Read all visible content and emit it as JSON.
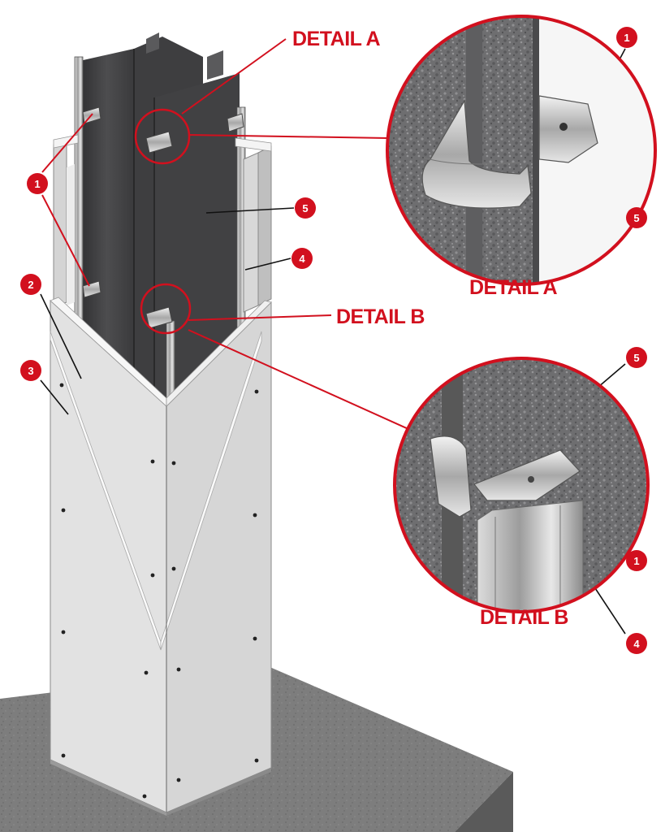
{
  "colors": {
    "accent": "#d2101e",
    "steel": "#4a4a4c",
    "board": "#e4e4e4",
    "concrete": "#7c7c7c",
    "leader_black": "#111111"
  },
  "labels": {
    "detail_a_top": "DETAIL A",
    "detail_a_bottom": "DETAIL A",
    "detail_b_mid": "DETAIL B",
    "detail_b_bottom": "DETAIL B"
  },
  "callouts": {
    "c1_top_right": "1",
    "c1_left": "1",
    "c1_right_b": "1",
    "c2_left": "2",
    "c3_left": "3",
    "c4_mid": "4",
    "c4_bottom_right": "4",
    "c5_mid": "5",
    "c5_detail_a": "5",
    "c5_detail_b": "5"
  }
}
